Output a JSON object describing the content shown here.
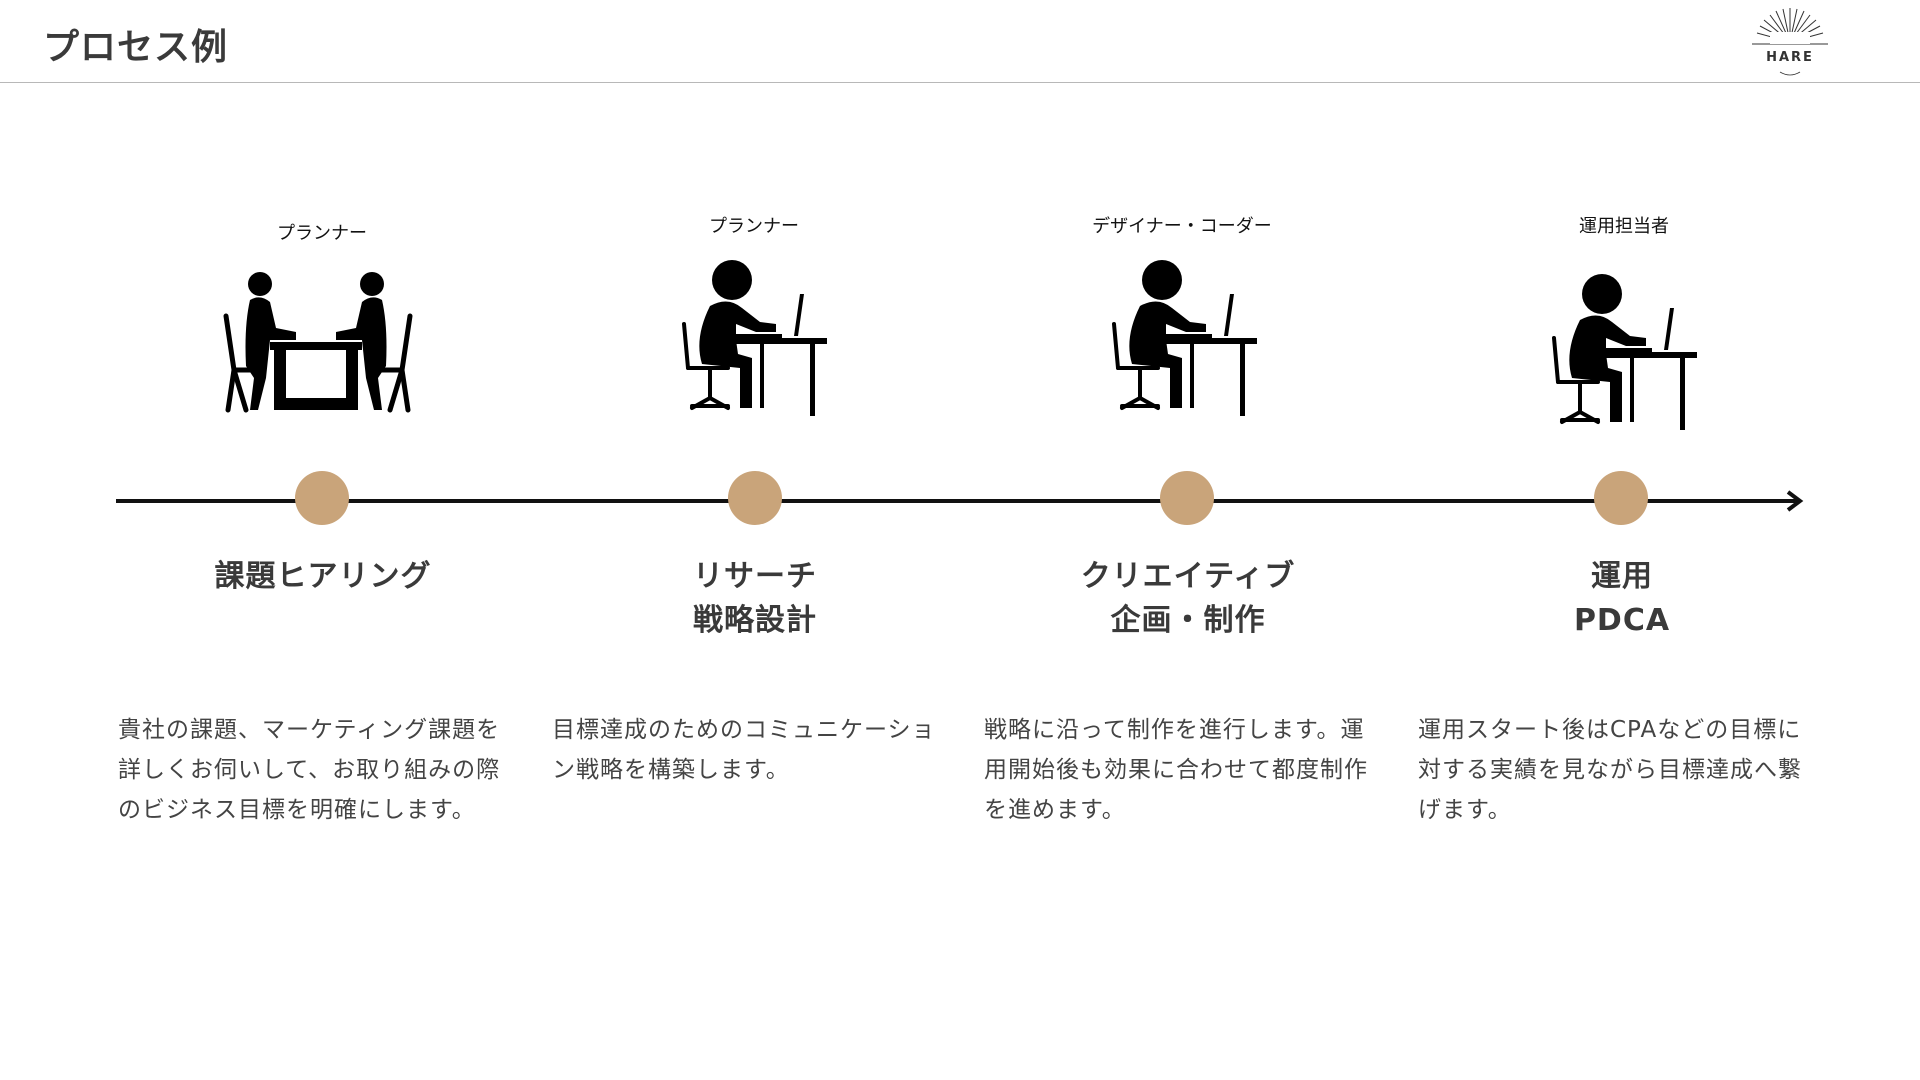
{
  "header": {
    "title": "プロセス例",
    "logo_text": "HARE"
  },
  "colors": {
    "accent_dot": "#c9a47a",
    "line": "#111111"
  },
  "steps": [
    {
      "role": "プランナー",
      "icon": "meeting-icon",
      "title_line1": "課題ヒアリング",
      "title_line2": "",
      "description": "貴社の課題、マーケティング課題を詳しくお伺いして、お取り組みの際のビジネス目標を明確にします。"
    },
    {
      "role": "プランナー",
      "icon": "person-at-desk-icon",
      "title_line1": "リサーチ",
      "title_line2": "戦略設計",
      "description": "目標達成のためのコミュニケーション戦略を構築します。"
    },
    {
      "role": "デザイナー・コーダー",
      "icon": "person-at-desk-icon",
      "title_line1": "クリエイティブ",
      "title_line2": "企画・制作",
      "description": "戦略に沿って制作を進行します。運用開始後も効果に合わせて都度制作を進めます。"
    },
    {
      "role": "運用担当者",
      "icon": "person-at-desk-icon",
      "title_line1": "運用",
      "title_line2": "PDCA",
      "description": "運用スタート後はCPAなどの目標に対する実績を見ながら目標達成へ繋げます。"
    }
  ]
}
